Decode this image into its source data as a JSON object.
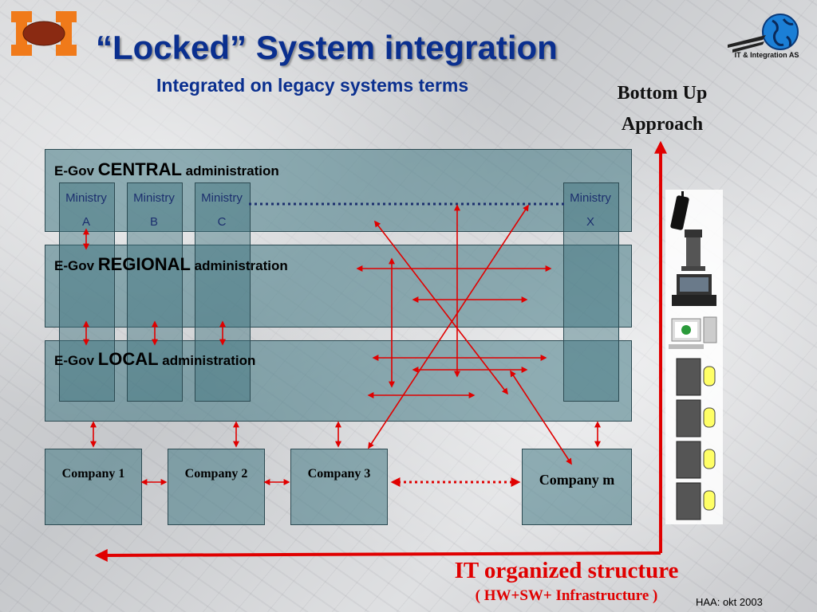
{
  "header": {
    "title": "“Locked” System integration",
    "subtitle": "Integrated on legacy systems terms",
    "company_logo_text": "IT & Integration AS"
  },
  "side_note": {
    "line1": "Bottom Up",
    "line2": "Approach"
  },
  "bands": [
    {
      "prefix": "E-Gov ",
      "key_word": "CENTRAL",
      "suffix": " administration"
    },
    {
      "prefix": "E-Gov ",
      "key_word": "REGIONAL",
      "suffix": " administration"
    },
    {
      "prefix": "E-Gov ",
      "key_word": "LOCAL",
      "suffix": " administration"
    }
  ],
  "ministries": [
    {
      "line1": "Ministry",
      "line2": "A"
    },
    {
      "line1": "Ministry",
      "line2": "B"
    },
    {
      "line1": "Ministry",
      "line2": "C"
    },
    {
      "line1": "Ministry",
      "line2": "X"
    }
  ],
  "companies": [
    {
      "label": "Company 1"
    },
    {
      "label": "Company 2"
    },
    {
      "label": "Company 3"
    },
    {
      "label": "Company m"
    }
  ],
  "it_structure": {
    "title": "IT organized structure",
    "subtitle": "( HW+SW+ Infrastructure )"
  },
  "footer": {
    "note": "HAA: okt 2003"
  },
  "colors": {
    "title": "#0a2f8f",
    "arrow": "#e00000",
    "band": "#42788a",
    "accent_orange": "#f07a1a"
  },
  "icons": [
    "mobile-phone-icon",
    "kiosk-terminal-icon",
    "laptop-icon",
    "desktop-computer-icon",
    "server-database-icon",
    "globe-icon"
  ]
}
